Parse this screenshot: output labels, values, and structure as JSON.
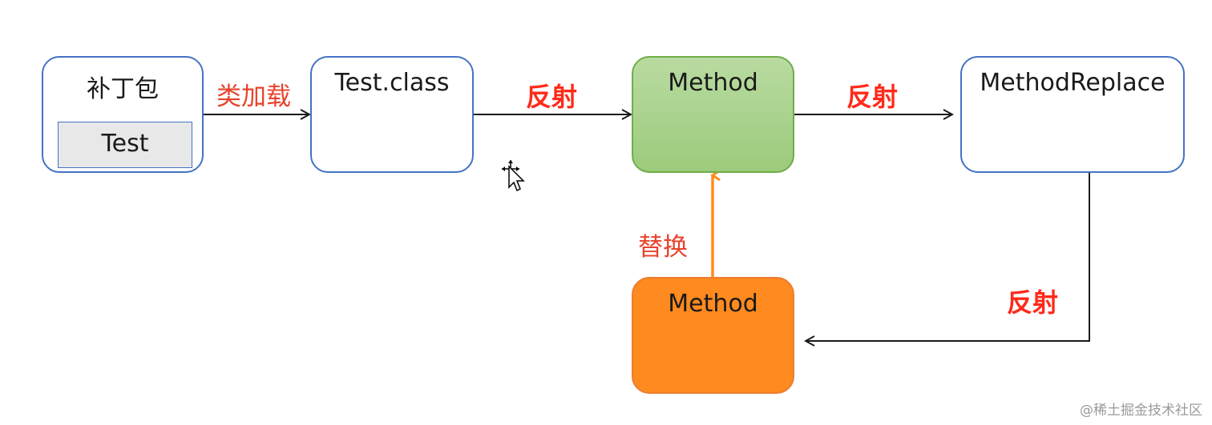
{
  "nodes": {
    "patch": {
      "label": "补丁包",
      "inner_label": "Test"
    },
    "test_class": {
      "label": "Test.class"
    },
    "method_green": {
      "label": "Method",
      "fill": "#a9d18e",
      "border": "#70ad47"
    },
    "method_replace": {
      "label": "MethodReplace"
    },
    "method_orange": {
      "label": "Method",
      "fill": "#ff8c1a",
      "border": "#ed7d31"
    }
  },
  "edges": {
    "patch_to_class": {
      "label": "类加载"
    },
    "class_to_method": {
      "label": "反射"
    },
    "method_to_replace": {
      "label": "反射"
    },
    "replace_to_orange": {
      "label": "反射"
    },
    "orange_to_green": {
      "label": "替换",
      "color": "#ff8c1a"
    }
  },
  "colors": {
    "node_border": "#4472c4",
    "edge_label_red": "#ff2a1a",
    "arrow": "#1a1a1a"
  },
  "watermark": "@稀土掘金技术社区"
}
